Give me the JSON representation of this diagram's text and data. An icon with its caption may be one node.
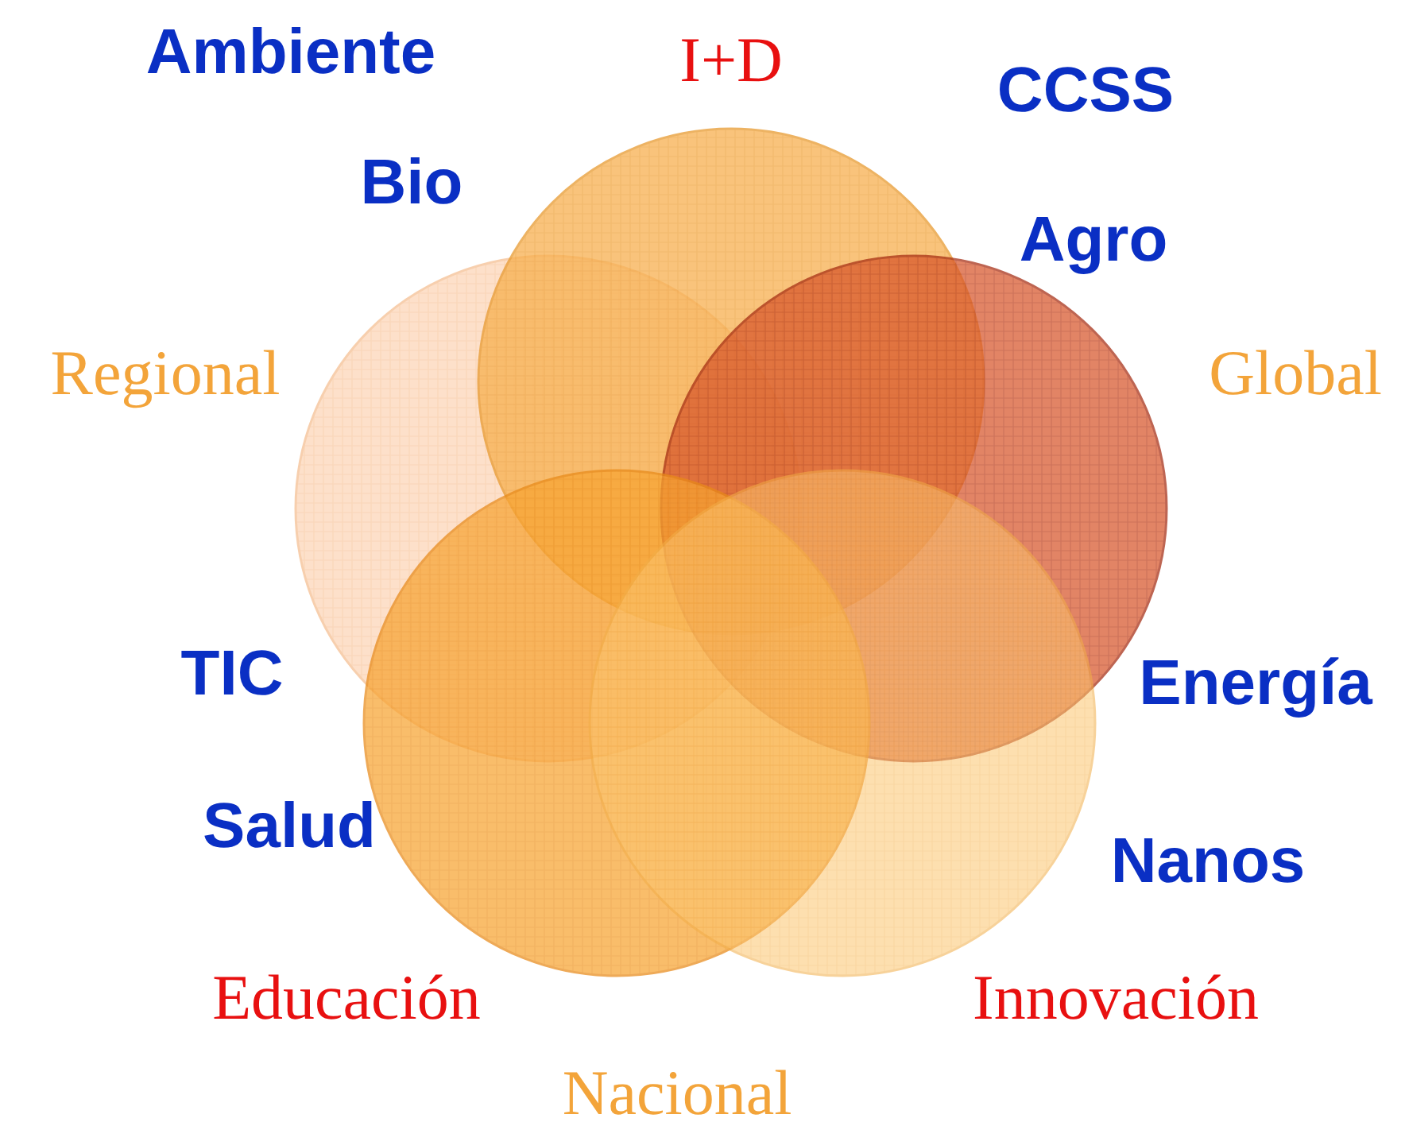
{
  "diagram": {
    "nodes": [
      {
        "text": [],
        "shape": "circle"
      },
      {
        "text": [],
        "shape": "circle"
      },
      {
        "text": [],
        "shape": "circle"
      },
      {
        "text": [],
        "shape": "circle"
      },
      {
        "text": [],
        "shape": "circle"
      }
    ],
    "labels": [
      "Ambiente",
      "I+D",
      "CCSS",
      "Bio",
      "Agro",
      "Regional",
      "Global",
      "TIC",
      "Energía",
      "Salud",
      "Nanos",
      "Educación",
      "Innovación",
      "Nacional"
    ]
  }
}
